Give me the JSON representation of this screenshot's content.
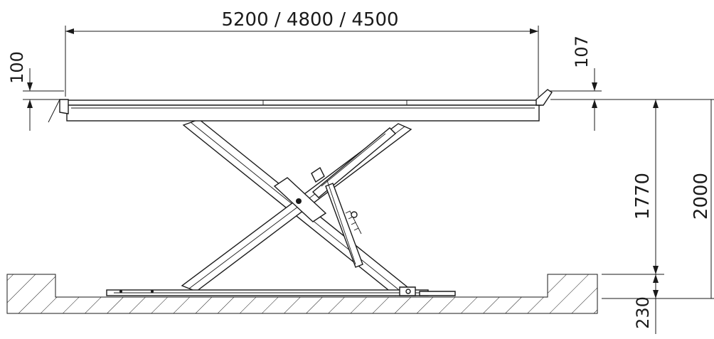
{
  "dimensions": {
    "top_length": "5200 / 4800 / 4500",
    "left_height": "100",
    "right_top_offset": "107",
    "lift_height": "1770",
    "total_height": "2000",
    "pit_depth": "230"
  },
  "colors": {
    "line": "#1a1a1a",
    "background": "#ffffff"
  }
}
